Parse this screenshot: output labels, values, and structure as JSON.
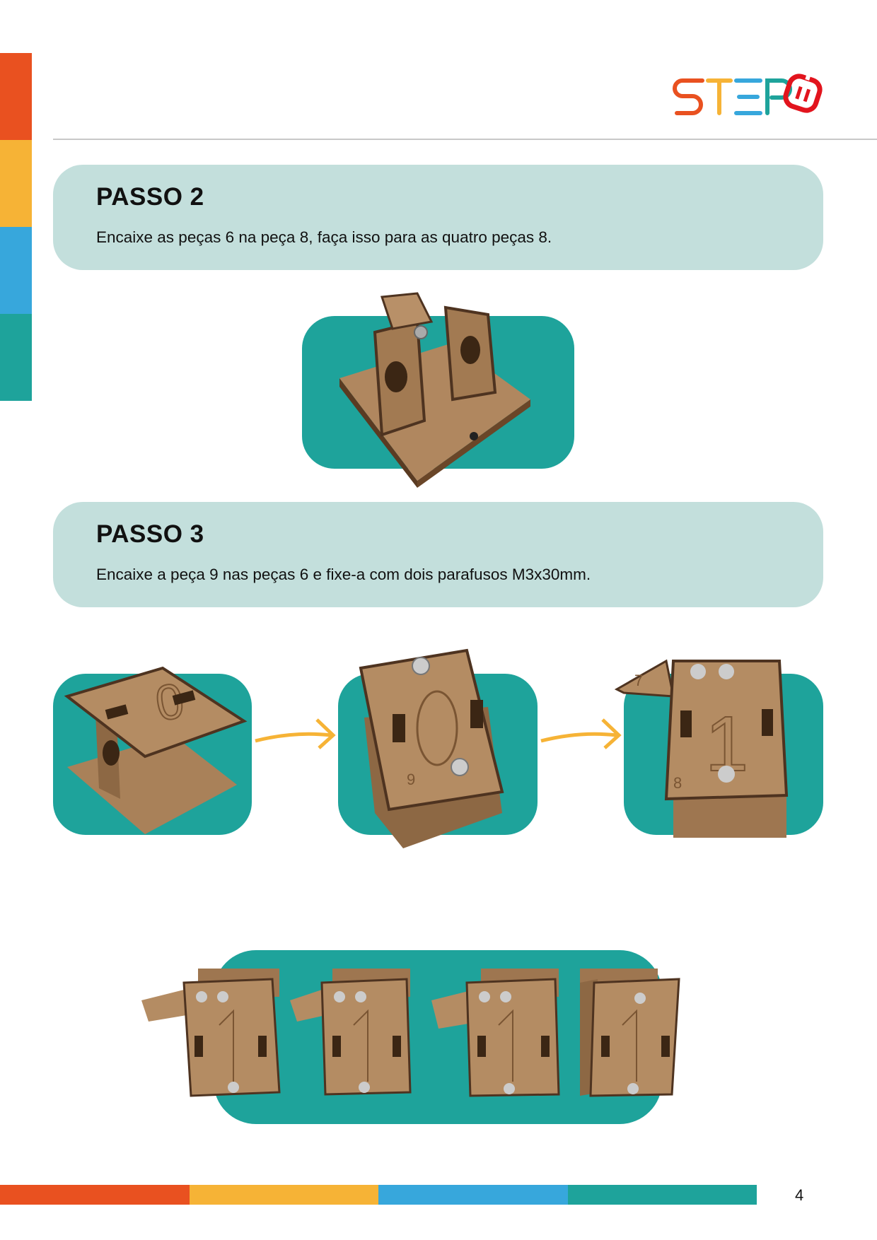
{
  "brand": {
    "logo_text": "STEP",
    "colors": {
      "orange": "#e95120",
      "yellow": "#f6b336",
      "blue": "#37a7dc",
      "teal": "#1ea39b",
      "red": "#e2141d"
    }
  },
  "steps": [
    {
      "title": "PASSO 2",
      "text": "Encaixe as peças 6 na peça 8, faça isso para as quatro peças 8."
    },
    {
      "title": "PASSO 3",
      "text": "Encaixe a peça 9 nas peças 6 e fixe-a com dois parafusos M3x30mm."
    }
  ],
  "photos": {
    "piece_numbers": [
      "0",
      "9",
      "1",
      "8",
      "7"
    ]
  },
  "page_number": "4"
}
